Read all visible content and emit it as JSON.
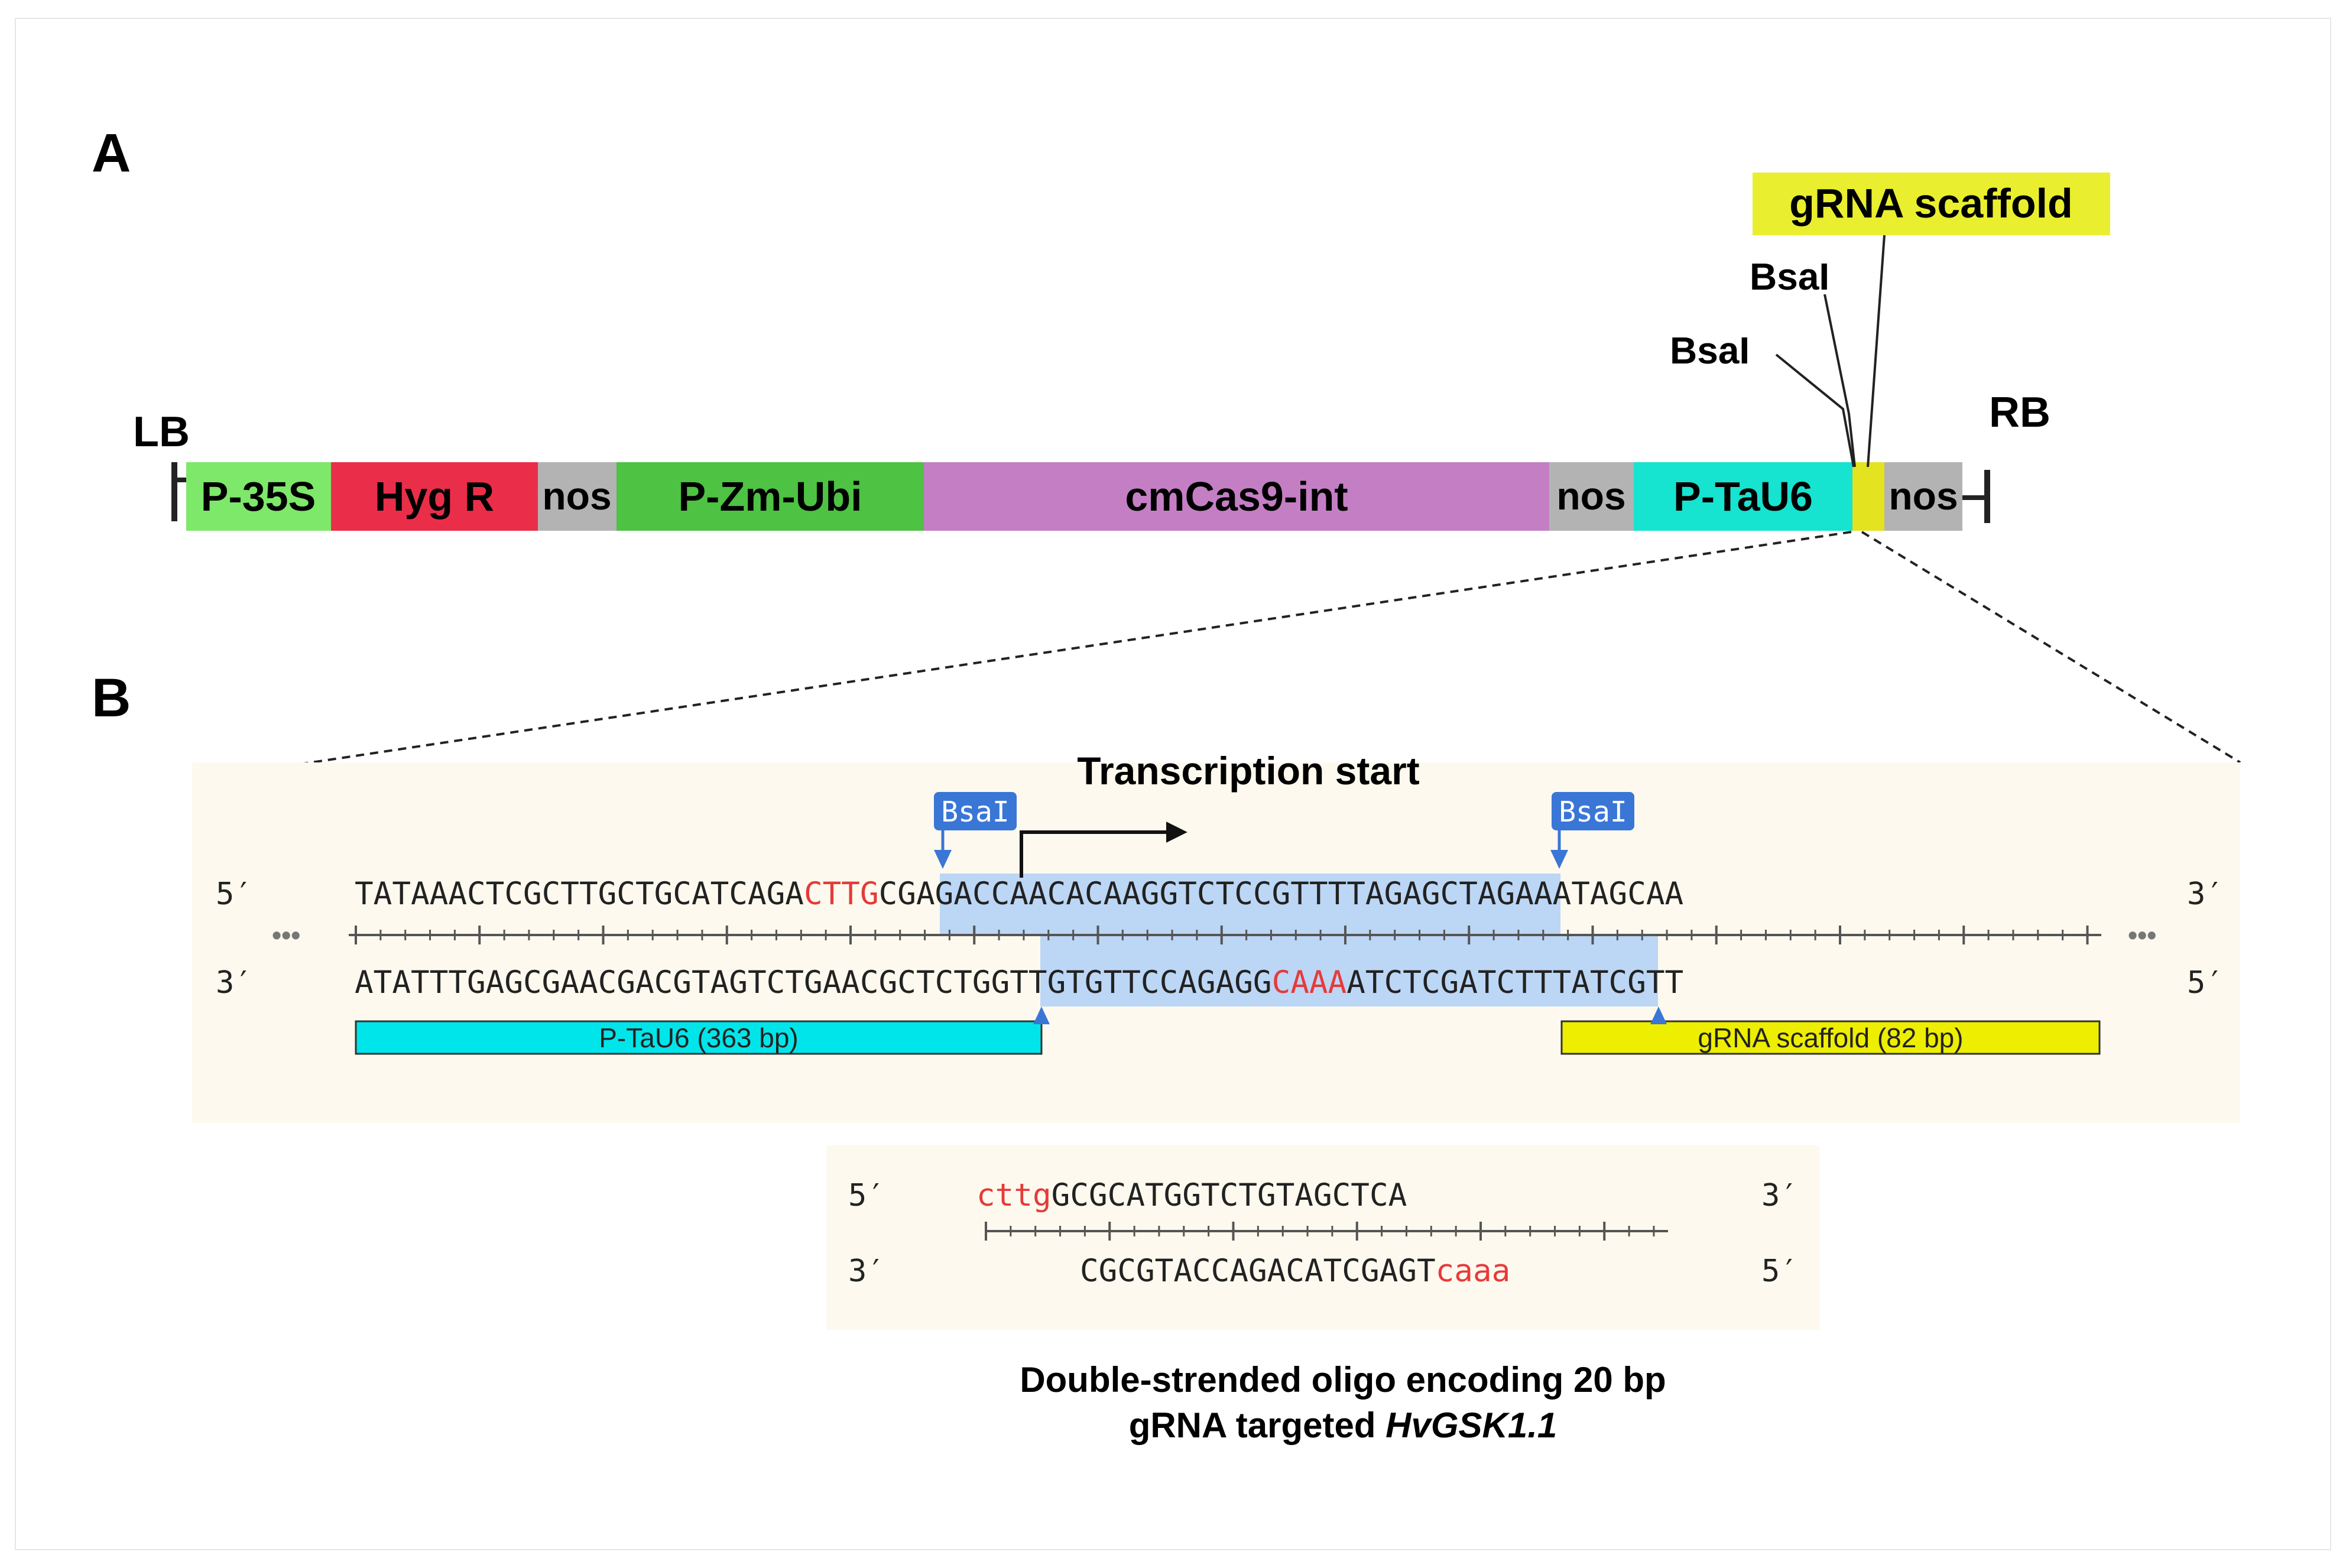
{
  "panel_a": {
    "label": "A",
    "left_border": "LB",
    "right_border": "RB",
    "segments": [
      {
        "label": "P-35S",
        "color": "#7de86a"
      },
      {
        "label": "Hyg R",
        "color": "#ea2e4a"
      },
      {
        "label": "nos",
        "color": "#b3b3b3"
      },
      {
        "label": "P-Zm-Ubi",
        "color": "#4dc243"
      },
      {
        "label": "cmCas9-int",
        "color": "#c47fc4"
      },
      {
        "label": "nos",
        "color": "#b3b3b3"
      },
      {
        "label": "P-TaU6",
        "color": "#16e3d0"
      },
      {
        "label": "",
        "color": "#e3e320"
      },
      {
        "label": "nos",
        "color": "#b3b3b3"
      }
    ],
    "scaffold_callout": "gRNA scaffold",
    "bsai_label_1": "BsaI",
    "bsai_label_2": "BsaI"
  },
  "panel_b": {
    "label": "B",
    "transcription_start": "Transcription start",
    "top_strand": {
      "five": "5′",
      "three": "3′",
      "left": "TATAAACTCGCTTGCTGCATCAGA",
      "red": "CTTG",
      "mid": "CGAGACCAACACAAGGTCTCC",
      "right": "GTTTTAGAGCTAGAAATAGCAA"
    },
    "bottom_strand": {
      "three": "3′",
      "five": "5′",
      "left": "ATATTTGAGCGAACGACGTAGTCTGAAC",
      "mid": "GCTCTGGTTGTGTTCCAGAGG",
      "red": "CAAA",
      "right": "ATCTCGATCTTTATCGTT"
    },
    "ellipsis": "•••",
    "bsai_left": "BsaI",
    "bsai_right": "BsaI",
    "feature_ptau6": "P-TaU6 (363 bp)",
    "feature_scaffold": "gRNA scaffold (82 bp)",
    "oligo": {
      "top_five": "5′",
      "top_three": "3′",
      "top_red": "cttg",
      "top_seq": "GCGCATGGTCTGTAGCTCA",
      "bottom_three": "3′",
      "bottom_five": "5′",
      "bottom_seq": "CGCGTACCAGACATCGAGT",
      "bottom_red": "caaa"
    },
    "caption_line1": "Double-strended oligo encoding 20 bp",
    "caption_line2_prefix": "gRNA targeted ",
    "caption_gene": "HvGSK1.1"
  },
  "colors": {
    "red_overhang": "#e63a3a",
    "bsai_tag": "#3a76d6",
    "highlight": "#bcd6f5",
    "panel_bg": "#fdf9ee",
    "ptau6_feature": "#00e5ea",
    "scaffold_feature": "#eeee00",
    "callout_bg": "#e9ef2e"
  }
}
